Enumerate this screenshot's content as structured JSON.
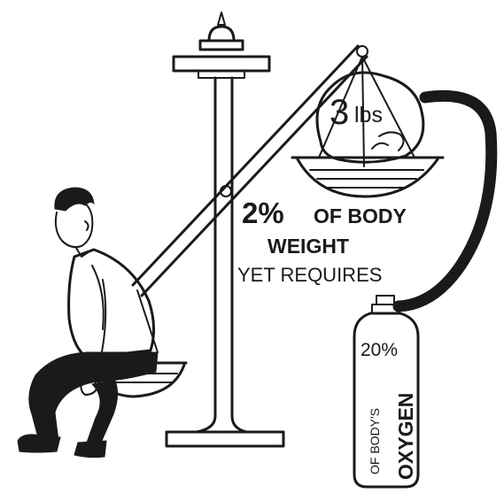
{
  "illustration": {
    "brain_weight_number": "3",
    "brain_weight_unit": "lbs",
    "body_weight_percent": "2%",
    "body_weight_of": "OF BODY",
    "body_weight_word": "WEIGHT",
    "yet_requires": "YET REQUIRES",
    "oxygen_percent": "20%",
    "oxygen_of_bodys": "OF BODY'S",
    "oxygen_word": "OXYGEN"
  }
}
